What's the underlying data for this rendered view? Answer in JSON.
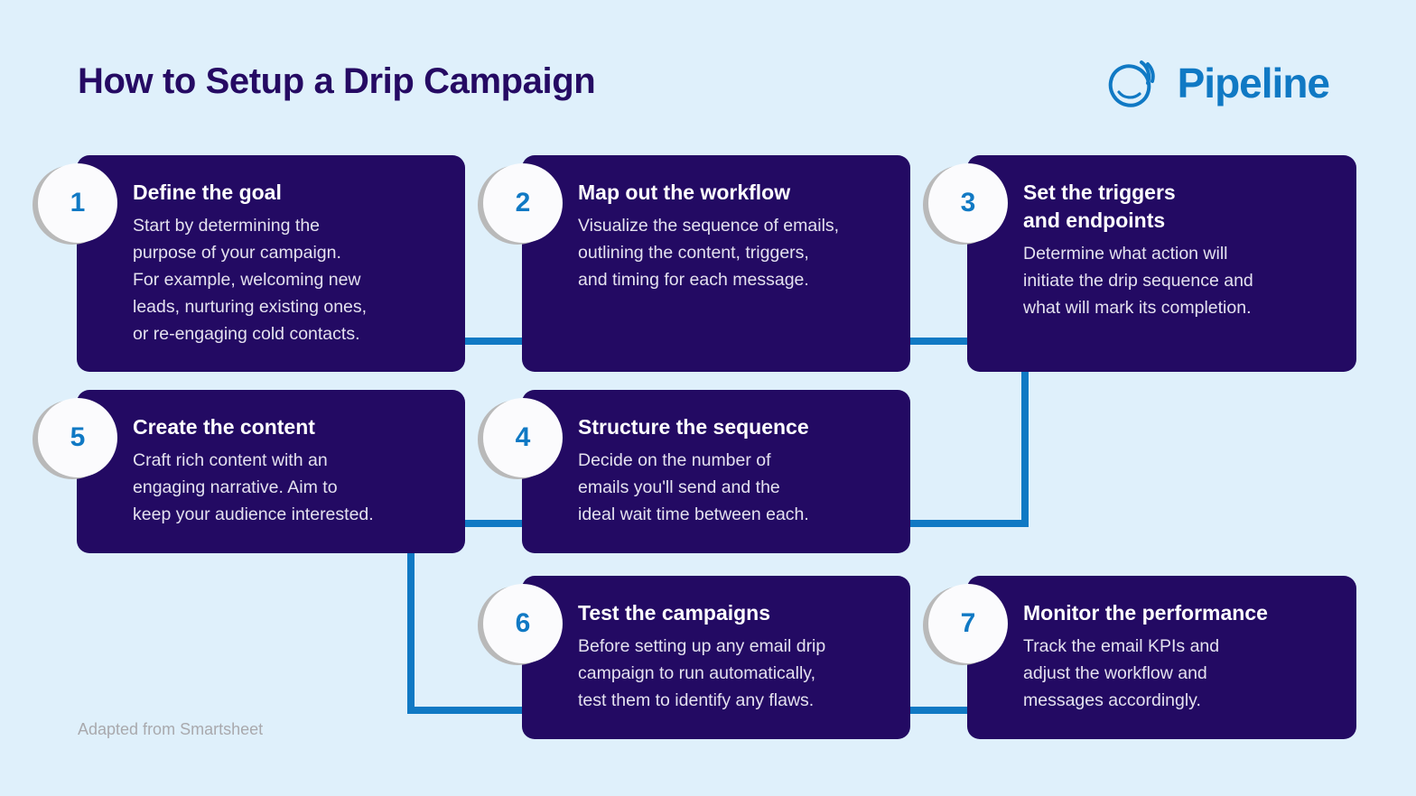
{
  "header": {
    "title": "How to Setup a Drip Campaign",
    "brand_name": "Pipeline",
    "brand_mark_icon": "pipeline-swirl-icon"
  },
  "colors": {
    "background": "#dff0fb",
    "card": "#230a63",
    "accent_blue": "#1079c4",
    "title_navy": "#250a63",
    "badge_face": "#fbfbfd",
    "badge_shadow": "#b9b9b9",
    "body_text": "#e4e1ef",
    "footer_text": "#a9a9ad"
  },
  "steps": [
    {
      "number": "1",
      "title": "Define the goal",
      "body": "Start by determining the\npurpose of your campaign.\nFor example, welcoming new\nleads, nurturing existing ones,\nor re-engaging cold contacts."
    },
    {
      "number": "2",
      "title": "Map out the workflow",
      "body": "Visualize the sequence of emails,\noutlining the content, triggers,\nand timing for each message."
    },
    {
      "number": "3",
      "title": "Set the triggers\nand endpoints",
      "body": "Determine what action will\ninitiate the drip sequence and\nwhat will mark its completion."
    },
    {
      "number": "4",
      "title": "Structure the sequence",
      "body": "Decide on the number of\nemails you'll send and the\nideal wait time between each."
    },
    {
      "number": "5",
      "title": "Create the content",
      "body": "Craft rich content with an\nengaging narrative. Aim to\nkeep your audience interested."
    },
    {
      "number": "6",
      "title": "Test the campaigns",
      "body": "Before setting up any email drip\ncampaign to run automatically,\ntest them to identify any flaws."
    },
    {
      "number": "7",
      "title": "Monitor the performance",
      "body": "Track the email KPIs and\nadjust the workflow and\nmessages accordingly."
    }
  ],
  "footer": {
    "credit": "Adapted from Smartsheet"
  }
}
